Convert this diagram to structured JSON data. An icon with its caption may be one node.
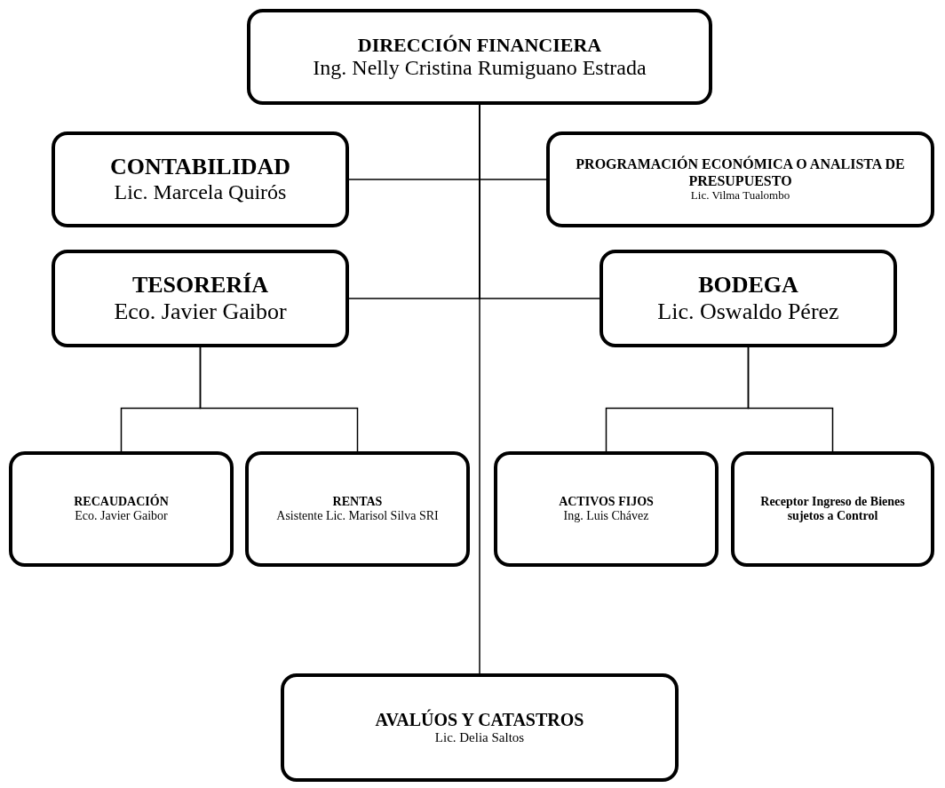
{
  "diagram": {
    "nodes": [
      {
        "text": [
          "DIRECCIÓN FINANCIERA",
          "Ing. Nelly Cristina Rumiguano Estrada"
        ]
      },
      {
        "text": [
          "CONTABILIDAD",
          "Lic. Marcela Quirós"
        ]
      },
      {
        "text": [
          "PROGRAMACIÓN ECONÓMICA O ANALISTA DE PRESUPUESTO",
          "Lic. Vilma Tualombo"
        ]
      },
      {
        "text": [
          "TESORERÍA",
          "Eco. Javier Gaibor"
        ]
      },
      {
        "text": [
          "BODEGA",
          "Lic. Oswaldo Pérez"
        ]
      },
      {
        "text": [
          "RECAUDACIÓN",
          "Eco. Javier Gaibor"
        ]
      },
      {
        "text": [
          "RENTAS",
          "Asistente Lic. Marisol Silva SRI"
        ]
      },
      {
        "text": [
          "ACTIVOS FIJOS",
          "Ing. Luis Chávez"
        ]
      },
      {
        "text": [
          "Receptor Ingreso de Bienes sujetos a Control"
        ]
      },
      {
        "text": [
          "AVALÚOS Y CATASTROS",
          "Lic. Delia Saltos"
        ]
      }
    ],
    "edges": [
      {
        "from": 0,
        "to": 1,
        "arrow": "none"
      },
      {
        "from": 0,
        "to": 2,
        "arrow": "none"
      },
      {
        "from": 0,
        "to": 3,
        "arrow": "none"
      },
      {
        "from": 0,
        "to": 4,
        "arrow": "none"
      },
      {
        "from": 3,
        "to": 5,
        "arrow": "none"
      },
      {
        "from": 3,
        "to": 6,
        "arrow": "none"
      },
      {
        "from": 4,
        "to": 7,
        "arrow": "none"
      },
      {
        "from": 4,
        "to": 8,
        "arrow": "none"
      },
      {
        "from": 0,
        "to": 9,
        "arrow": "none"
      }
    ]
  }
}
